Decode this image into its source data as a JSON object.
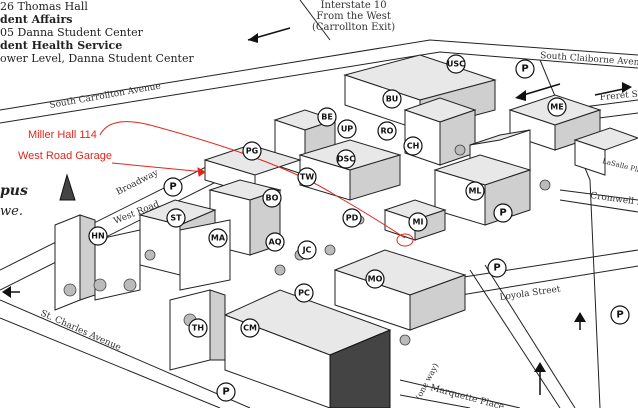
{
  "legend": {
    "line1": "26 Thomas Hall",
    "line2": "dent Affairs",
    "line3": "05 Danna Student Center",
    "line4": "dent Health Service",
    "line5": "ower Level, Danna Student Center"
  },
  "highway_sign": {
    "line1": "Interstate 10",
    "line2": "From the West",
    "line3": "(Carrollton Exit)"
  },
  "campus_title": "pus",
  "campus_subtitle": "we.",
  "annotations": {
    "miller_hall": "Miller Hall 114",
    "west_road_garage": "West Road Garage",
    "annotation_color": "#e3251b"
  },
  "streets": {
    "south_carrollton": "South Carrollton Avenue",
    "south_claiborne": "South Claiborne Avenue",
    "freret": "Freret St",
    "lasalle": "LaSalle Place",
    "cromwell": "Cromwell Place",
    "broadway": "Broadway",
    "west_road": "West Road",
    "loyola": "Loyola Street",
    "st_charles": "St. Charles Avenue",
    "marquette": "Marquette Place",
    "one_way_street": "(one way)"
  },
  "building_codes": [
    "USC",
    "BU",
    "BE",
    "UP",
    "RO",
    "CH",
    "ME",
    "PG",
    "DSC",
    "TW",
    "ML",
    "BO",
    "ST",
    "HN",
    "MA",
    "AQ",
    "JC",
    "PD",
    "MI",
    "MO",
    "PC",
    "TH",
    "CM"
  ],
  "parking_label": "P",
  "parking_count": 6
}
